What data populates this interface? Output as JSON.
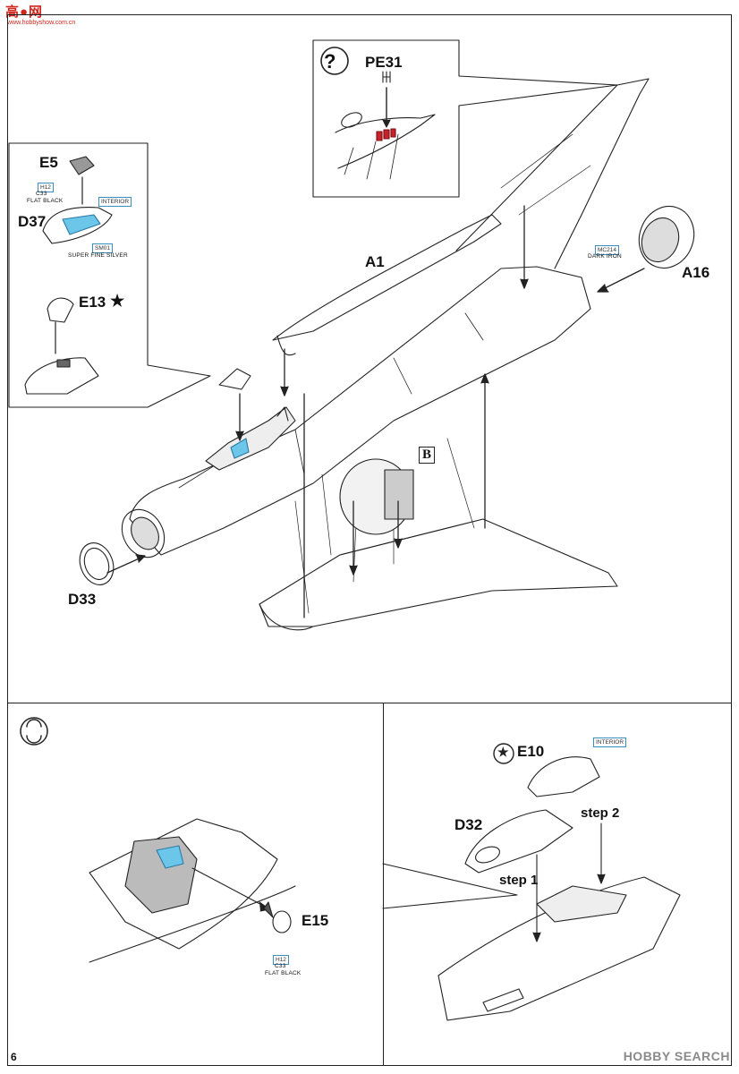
{
  "watermark_top": {
    "text": "高●网",
    "sub": "www.hobbyshow.com.cn"
  },
  "watermark_bottom": "HOBBY SEARCH",
  "page_number": "6",
  "labels": {
    "pe31": "PE31",
    "e5": "E5",
    "d37": "D37",
    "e13": "E13",
    "a1": "A1",
    "a16": "A16",
    "b": "B",
    "d33": "D33",
    "e15": "E15",
    "e10": "E10",
    "d32": "D32",
    "step1": "step 1",
    "step2": "step 2"
  },
  "paints": {
    "h12": "H12",
    "c33": "C33",
    "flat_black": "FLAT BLACK",
    "interior": "INTERIOR",
    "sm01": "SM01",
    "super_fine_silver": "SUPER FINE SILVER",
    "mc214": "MC214",
    "dark_iron": "DARK IRON",
    "h12_b": "H12",
    "c33_b": "C33",
    "flat_black_b": "FLAT BLACK",
    "interior_b": "INTERIOR"
  },
  "icons": {
    "question": "?",
    "option_star": "★",
    "rotate": "⟳"
  },
  "colors": {
    "accent_blue": "#6cc6ea",
    "photo_etch_red": "#c8222a",
    "paint_frame": "#3a8fc0"
  }
}
